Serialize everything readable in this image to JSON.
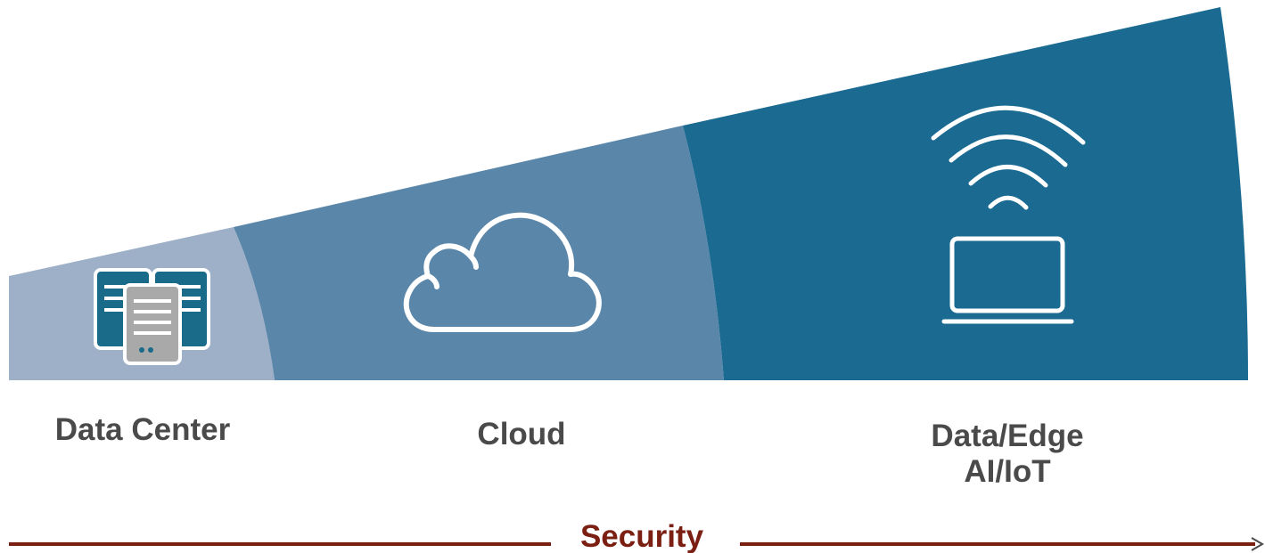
{
  "segments": [
    {
      "id": "data-center",
      "label": "Data Center",
      "color": "#9db0c8",
      "icon": "server-rack-icon"
    },
    {
      "id": "cloud",
      "label": "Cloud",
      "color": "#5a86a9",
      "icon": "cloud-icon"
    },
    {
      "id": "data-edge",
      "label_lines": [
        "Data/Edge",
        "AI/IoT"
      ],
      "color": "#1a6a92",
      "icons": [
        "wifi-icon",
        "laptop-icon"
      ]
    }
  ],
  "security": {
    "label": "Security",
    "color": "#7a1f12"
  },
  "colors": {
    "server_teal": "#1a6a8a",
    "server_gray": "#a9a9a9",
    "text_gray": "#4a4a4a"
  }
}
